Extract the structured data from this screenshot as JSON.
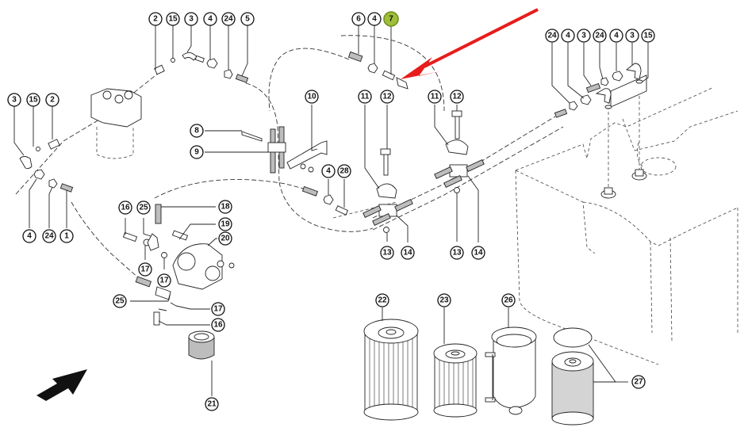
{
  "title": "Fuel system exploded parts diagram",
  "highlight_color": "#9fbf3a",
  "pointer_arrow_color": "#e81c1c",
  "highlighted_part": "7",
  "callouts": {
    "top_left_group": [
      "2",
      "15",
      "3",
      "4",
      "24",
      "5"
    ],
    "top_center_group": [
      "6",
      "4",
      "7"
    ],
    "top_right_group": [
      "24",
      "4",
      "3",
      "24",
      "4",
      "3",
      "15"
    ],
    "left_group_top": [
      "3",
      "15",
      "2"
    ],
    "left_group_bottom": [
      "4",
      "24",
      "1"
    ],
    "bracket_group": [
      "8",
      "9",
      "10",
      "4",
      "28"
    ],
    "clamp_group_left": [
      "11",
      "12",
      "13",
      "14"
    ],
    "clamp_group_right": [
      "11",
      "12",
      "13",
      "14"
    ],
    "pump_group": [
      "16",
      "25",
      "17",
      "17",
      "18",
      "19",
      "20",
      "25",
      "17",
      "16",
      "21"
    ],
    "filters": [
      "22",
      "23",
      "26",
      "27"
    ]
  },
  "icons": {
    "pointer_arrow": "red-arrow-icon",
    "direction_arrow": "black-direction-arrow-icon"
  }
}
